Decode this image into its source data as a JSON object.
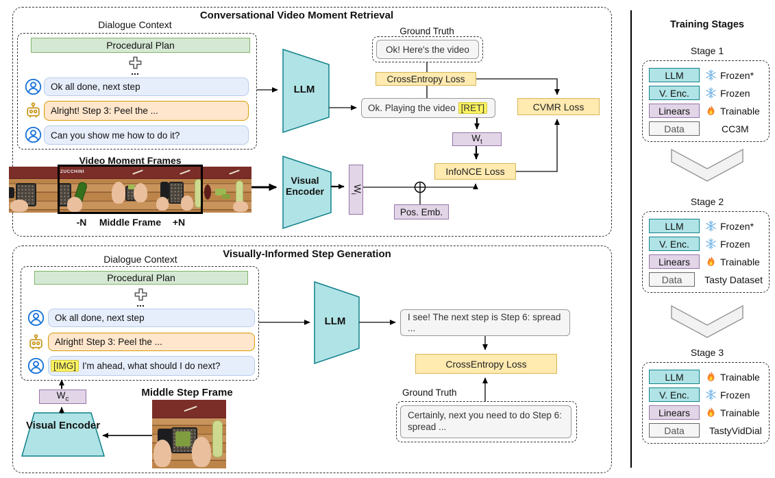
{
  "cvmr": {
    "title": "Conversational Video Moment Retrieval",
    "dialogue": {
      "label": "Dialogue Context",
      "plan": "Procedural Plan",
      "ellipsis": "...",
      "messages": [
        {
          "speaker": "user",
          "text": "Ok all done, next step"
        },
        {
          "speaker": "assistant",
          "text": "Alright! Step 3: Peel the ..."
        },
        {
          "speaker": "user",
          "text": "Can you show me how to do it?"
        }
      ]
    },
    "llm_label": "LLM",
    "video": {
      "label": "Video Moment Frames",
      "overlay_text": "ZUCCHINI",
      "frame_labels": [
        "-N",
        "Middle Frame",
        "+N"
      ]
    },
    "visual_encoder_label": "Visual Encoder",
    "wi": {
      "base": "W",
      "sub": "i"
    },
    "wt": {
      "base": "W",
      "sub": "t"
    },
    "ground_truth": {
      "label": "Ground Truth",
      "text": "Ok! Here's the video"
    },
    "cross_entropy_label": "CrossEntropy Loss",
    "response": {
      "text": "Ok. Playing the video",
      "token": "[RET]"
    },
    "cvmr_loss_label": "CVMR Loss",
    "infonce_label": "InfoNCE Loss",
    "pos_emb_label": "Pos. Emb."
  },
  "visg": {
    "title": "Visually-Informed Step Generation",
    "dialogue": {
      "label": "Dialogue Context",
      "plan": "Procedural Plan",
      "ellipsis": "...",
      "messages": [
        {
          "speaker": "user",
          "text": "Ok all done, next step"
        },
        {
          "speaker": "assistant",
          "text": "Alright! Step 3: Peel the ..."
        },
        {
          "speaker": "user",
          "token": "[IMG]",
          "text": "I'm ahead, what should I do next?"
        }
      ]
    },
    "llm_label": "LLM",
    "wc": {
      "base": "W",
      "sub": "c"
    },
    "visual_encoder_label": "Visual Encoder",
    "middle_frame_label": "Middle Step Frame",
    "response_text": "I see! The next step is Step 6: spread ...",
    "cross_entropy_label": "CrossEntropy Loss",
    "ground_truth": {
      "label": "Ground Truth",
      "text": "Certainly, next you need to do Step 6: spread ..."
    }
  },
  "training": {
    "title": "Training Stages",
    "stages": [
      {
        "name": "Stage 1",
        "rows": [
          {
            "label": "LLM",
            "icon": "snowflake",
            "status": "Frozen*"
          },
          {
            "label": "V. Enc.",
            "icon": "snowflake",
            "status": "Frozen"
          },
          {
            "label": "Linears",
            "icon": "flame",
            "status": "Trainable"
          },
          {
            "label": "Data",
            "icon": "none",
            "status": "CC3M"
          }
        ]
      },
      {
        "name": "Stage 2",
        "rows": [
          {
            "label": "LLM",
            "icon": "snowflake",
            "status": "Frozen*"
          },
          {
            "label": "V. Enc.",
            "icon": "snowflake",
            "status": "Frozen"
          },
          {
            "label": "Linears",
            "icon": "flame",
            "status": "Trainable"
          },
          {
            "label": "Data",
            "icon": "none",
            "status": "Tasty Dataset"
          }
        ]
      },
      {
        "name": "Stage 3",
        "rows": [
          {
            "label": "LLM",
            "icon": "flame",
            "status": "Trainable"
          },
          {
            "label": "V. Enc.",
            "icon": "snowflake",
            "status": "Frozen"
          },
          {
            "label": "Linears",
            "icon": "flame",
            "status": "Trainable"
          },
          {
            "label": "Data",
            "icon": "none",
            "status": "TastyVidDial"
          }
        ]
      }
    ]
  },
  "icons": {
    "user": "person-in-circle",
    "assistant": "robot-head",
    "frozen": "snowflake",
    "trainable": "flame",
    "combine": "plus",
    "fuse": "circled-plus"
  },
  "colors": {
    "teal": "#b0e3e6",
    "teal_border": "#0e8088",
    "green": "#d5e8d4",
    "green_border": "#82b366",
    "purple": "#e1d5e7",
    "purple_border": "#9673a6",
    "yellow": "#ffeab0",
    "yellow_border": "#d6b656",
    "token_yellow": "#fdf45e",
    "blue_bubble": "#e7eefb",
    "orange_bubble": "#ffe6cc",
    "orange_border": "#d79b00",
    "gray_box": "#f5f5f5"
  }
}
